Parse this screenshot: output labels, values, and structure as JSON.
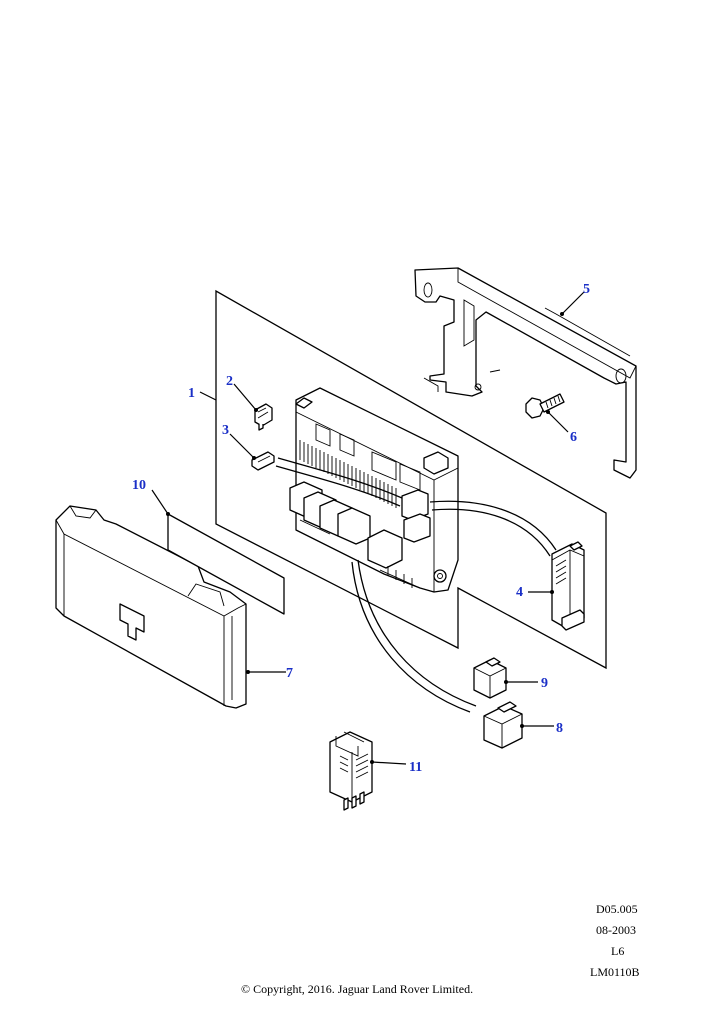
{
  "colors": {
    "callout": "#1a2fc7",
    "line": "#000000",
    "background": "#ffffff"
  },
  "callouts": [
    "1",
    "2",
    "3",
    "4",
    "5",
    "6",
    "7",
    "8",
    "9",
    "10",
    "11"
  ],
  "footer": {
    "ref": "D05.005",
    "date": "08-2003",
    "variant": "L6",
    "code": "LM0110B",
    "copyright": "© Copyright, 2016. Jaguar Land Rover Limited."
  }
}
